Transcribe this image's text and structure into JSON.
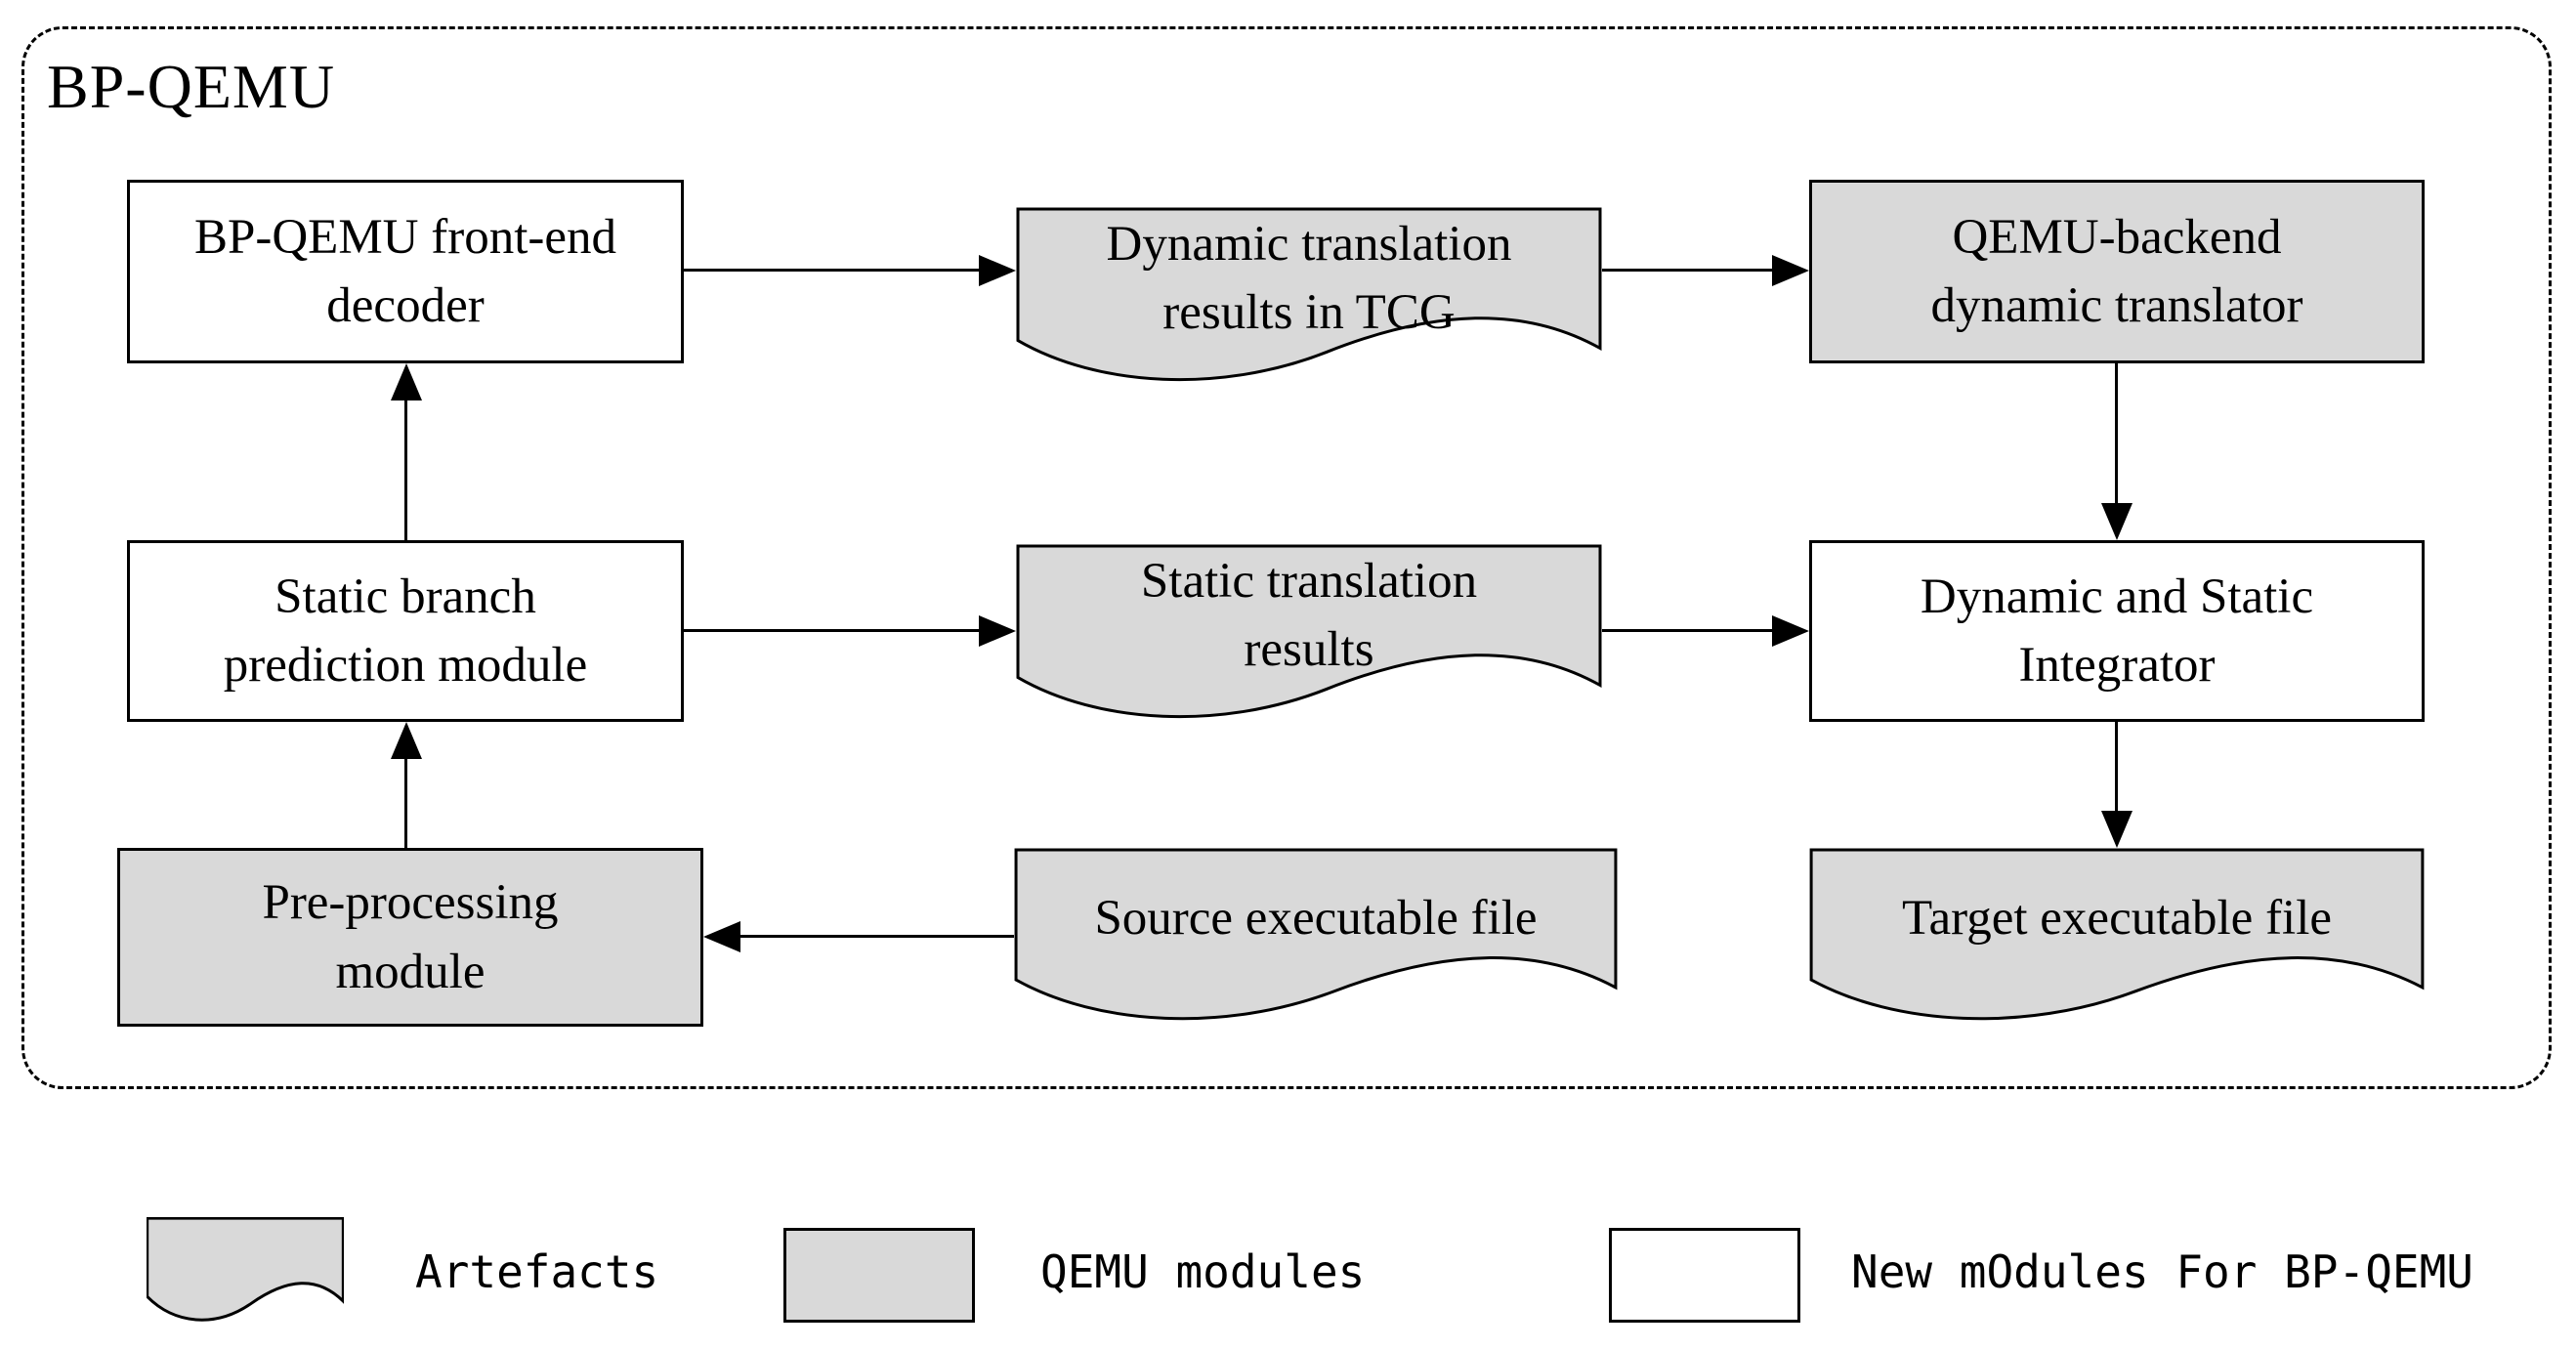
{
  "diagram": {
    "title": "BP-QEMU",
    "nodes": {
      "frontend_decoder": {
        "label": "BP-QEMU front-end\ndecoder",
        "kind": "new-module-for-bp-qemu"
      },
      "dynamic_translation_results": {
        "label": "Dynamic translation\nresults in TCG",
        "kind": "artefact"
      },
      "qemu_backend_translator": {
        "label": "QEMU-backend\ndynamic translator",
        "kind": "qemu-module"
      },
      "static_branch_prediction": {
        "label": "Static branch\nprediction module",
        "kind": "new-module-for-bp-qemu"
      },
      "static_translation_results": {
        "label": "Static translation\nresults",
        "kind": "artefact"
      },
      "dynamic_static_integrator": {
        "label": "Dynamic and Static\nIntegrator",
        "kind": "new-module-for-bp-qemu"
      },
      "preprocessing_module": {
        "label": "Pre-processing\nmodule",
        "kind": "qemu-module"
      },
      "source_executable": {
        "label": "Source executable file",
        "kind": "artefact"
      },
      "target_executable": {
        "label": "Target executable file",
        "kind": "artefact"
      }
    },
    "flows": [
      "frontend_decoder -> dynamic_translation_results",
      "dynamic_translation_results -> qemu_backend_translator",
      "qemu_backend_translator -> dynamic_static_integrator",
      "static_branch_prediction -> frontend_decoder",
      "static_branch_prediction -> static_translation_results",
      "static_translation_results -> dynamic_static_integrator",
      "dynamic_static_integrator -> target_executable",
      "preprocessing_module -> static_branch_prediction",
      "source_executable -> preprocessing_module"
    ]
  },
  "legend": {
    "items": [
      {
        "label": "Artefacts",
        "swatch": "document-gray"
      },
      {
        "label": "QEMU modules",
        "swatch": "rect-gray"
      },
      {
        "label": "New mOdules For BP-QEMU",
        "swatch": "rect-white"
      }
    ]
  },
  "colors": {
    "module_gray": "#d9d9d9",
    "module_white": "#ffffff",
    "outline": "#000000",
    "background": "#ffffff"
  }
}
